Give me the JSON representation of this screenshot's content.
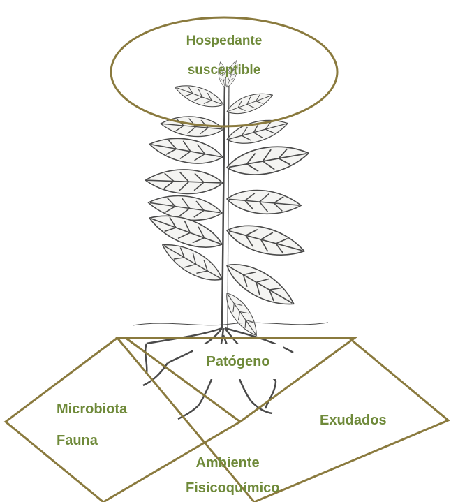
{
  "colors": {
    "outline": "#8a7a3e",
    "label": "#6f8a3a",
    "sketch": "#4a4a4a",
    "leaf_fill": "#f4f4f2"
  },
  "nodes": {
    "host": {
      "line1": "Hospedante",
      "line2": "susceptible"
    },
    "pathogen": {
      "label": "Patógeno"
    },
    "microbiota": {
      "line1": "Microbiota",
      "line2": "Fauna"
    },
    "exudates": {
      "label": "Exudados"
    },
    "environment": {
      "line1": "Ambiente",
      "line2": "Fisicoquímico"
    }
  },
  "illustration": {
    "subject": "tobacco-plant-sketch-with-roots"
  }
}
